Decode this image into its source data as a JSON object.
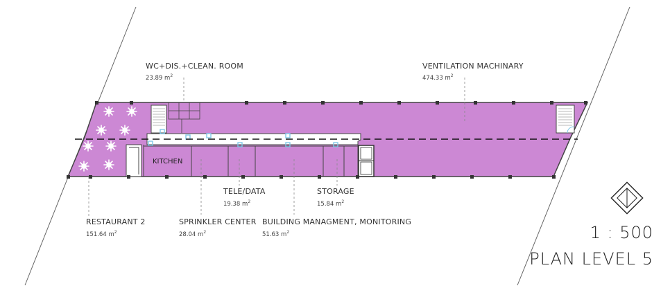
{
  "rooms": {
    "wc": {
      "name": "WC+DIS.+CLEAN. ROOM",
      "area": "23.89 m",
      "unit_exp": "2"
    },
    "ventilation": {
      "name": "VENTILATION MACHINARY",
      "area": "474.33 m",
      "unit_exp": "2"
    },
    "kitchen": {
      "name": "KITCHEN"
    },
    "tele": {
      "name": "TELE/DATA",
      "area": "19.38 m",
      "unit_exp": "2"
    },
    "storage": {
      "name": "STORAGE",
      "area": "15.84 m",
      "unit_exp": "2"
    },
    "restaurant": {
      "name": "RESTAURANT 2",
      "area": "151.64 m",
      "unit_exp": "2"
    },
    "sprinkler": {
      "name": "SPRINKLER CENTER",
      "area": "28.04 m",
      "unit_exp": "2"
    },
    "building": {
      "name": "BUILDING MANAGMENT, MONITORING",
      "area": "51.63 m",
      "unit_exp": "2"
    }
  },
  "scale": "1 : 500",
  "title": "PLAN LEVEL 5",
  "colors": {
    "floor": "#cc88d4",
    "walls": "#444444",
    "glass": "#7fc8e8"
  },
  "icons": [
    "north-arrow-icon",
    "stair-icon"
  ]
}
